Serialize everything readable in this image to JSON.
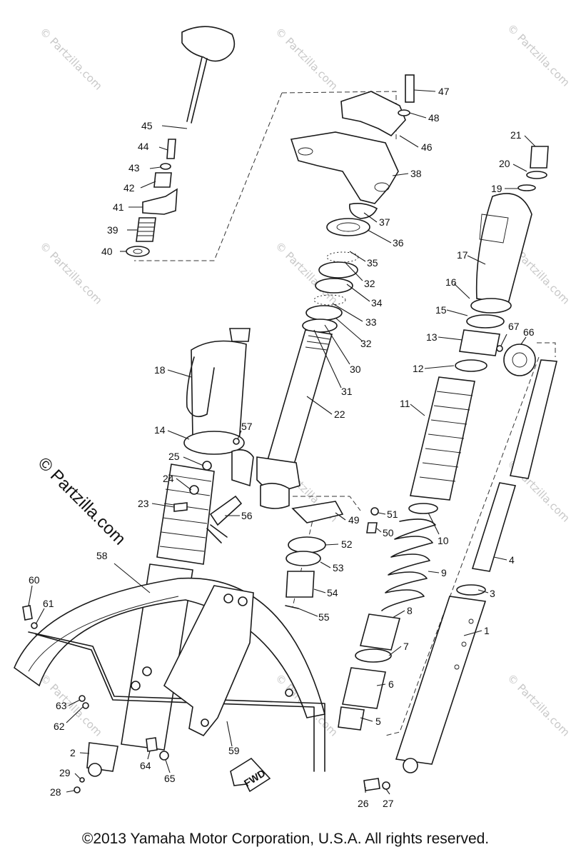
{
  "copyright": "©2013  Yamaha Motor Corporation, U.S.A. All rights reserved.",
  "watermark_small": "© Partzilla.com",
  "watermark_large": "© Partzilla.com",
  "fwd_label": "FWD",
  "callouts": [
    {
      "id": "1",
      "label": "1"
    },
    {
      "id": "2",
      "label": "2"
    },
    {
      "id": "3",
      "label": "3"
    },
    {
      "id": "4",
      "label": "4"
    },
    {
      "id": "5",
      "label": "5"
    },
    {
      "id": "6",
      "label": "6"
    },
    {
      "id": "7",
      "label": "7"
    },
    {
      "id": "8",
      "label": "8"
    },
    {
      "id": "9",
      "label": "9"
    },
    {
      "id": "10",
      "label": "10"
    },
    {
      "id": "11",
      "label": "11"
    },
    {
      "id": "12",
      "label": "12"
    },
    {
      "id": "13",
      "label": "13"
    },
    {
      "id": "14",
      "label": "14"
    },
    {
      "id": "15",
      "label": "15"
    },
    {
      "id": "16",
      "label": "16"
    },
    {
      "id": "17",
      "label": "17"
    },
    {
      "id": "18",
      "label": "18"
    },
    {
      "id": "19",
      "label": "19"
    },
    {
      "id": "20",
      "label": "20"
    },
    {
      "id": "21",
      "label": "21"
    },
    {
      "id": "22",
      "label": "22"
    },
    {
      "id": "23",
      "label": "23"
    },
    {
      "id": "24",
      "label": "24"
    },
    {
      "id": "25",
      "label": "25"
    },
    {
      "id": "26",
      "label": "26"
    },
    {
      "id": "27",
      "label": "27"
    },
    {
      "id": "28",
      "label": "28"
    },
    {
      "id": "29",
      "label": "29"
    },
    {
      "id": "30",
      "label": "30"
    },
    {
      "id": "31",
      "label": "31"
    },
    {
      "id": "32a",
      "label": "32"
    },
    {
      "id": "32b",
      "label": "32"
    },
    {
      "id": "33",
      "label": "33"
    },
    {
      "id": "34",
      "label": "34"
    },
    {
      "id": "35",
      "label": "35"
    },
    {
      "id": "36",
      "label": "36"
    },
    {
      "id": "37",
      "label": "37"
    },
    {
      "id": "38",
      "label": "38"
    },
    {
      "id": "39",
      "label": "39"
    },
    {
      "id": "40",
      "label": "40"
    },
    {
      "id": "41",
      "label": "41"
    },
    {
      "id": "42",
      "label": "42"
    },
    {
      "id": "43",
      "label": "43"
    },
    {
      "id": "44",
      "label": "44"
    },
    {
      "id": "45",
      "label": "45"
    },
    {
      "id": "46",
      "label": "46"
    },
    {
      "id": "47",
      "label": "47"
    },
    {
      "id": "48",
      "label": "48"
    },
    {
      "id": "49",
      "label": "49"
    },
    {
      "id": "50",
      "label": "50"
    },
    {
      "id": "51",
      "label": "51"
    },
    {
      "id": "52",
      "label": "52"
    },
    {
      "id": "53",
      "label": "53"
    },
    {
      "id": "54",
      "label": "54"
    },
    {
      "id": "55",
      "label": "55"
    },
    {
      "id": "56",
      "label": "56"
    },
    {
      "id": "57",
      "label": "57"
    },
    {
      "id": "58",
      "label": "58"
    },
    {
      "id": "59",
      "label": "59"
    },
    {
      "id": "60",
      "label": "60"
    },
    {
      "id": "61",
      "label": "61"
    },
    {
      "id": "62",
      "label": "62"
    },
    {
      "id": "63",
      "label": "63"
    },
    {
      "id": "64",
      "label": "64"
    },
    {
      "id": "65",
      "label": "65"
    },
    {
      "id": "66",
      "label": "66"
    },
    {
      "id": "67",
      "label": "67"
    }
  ]
}
